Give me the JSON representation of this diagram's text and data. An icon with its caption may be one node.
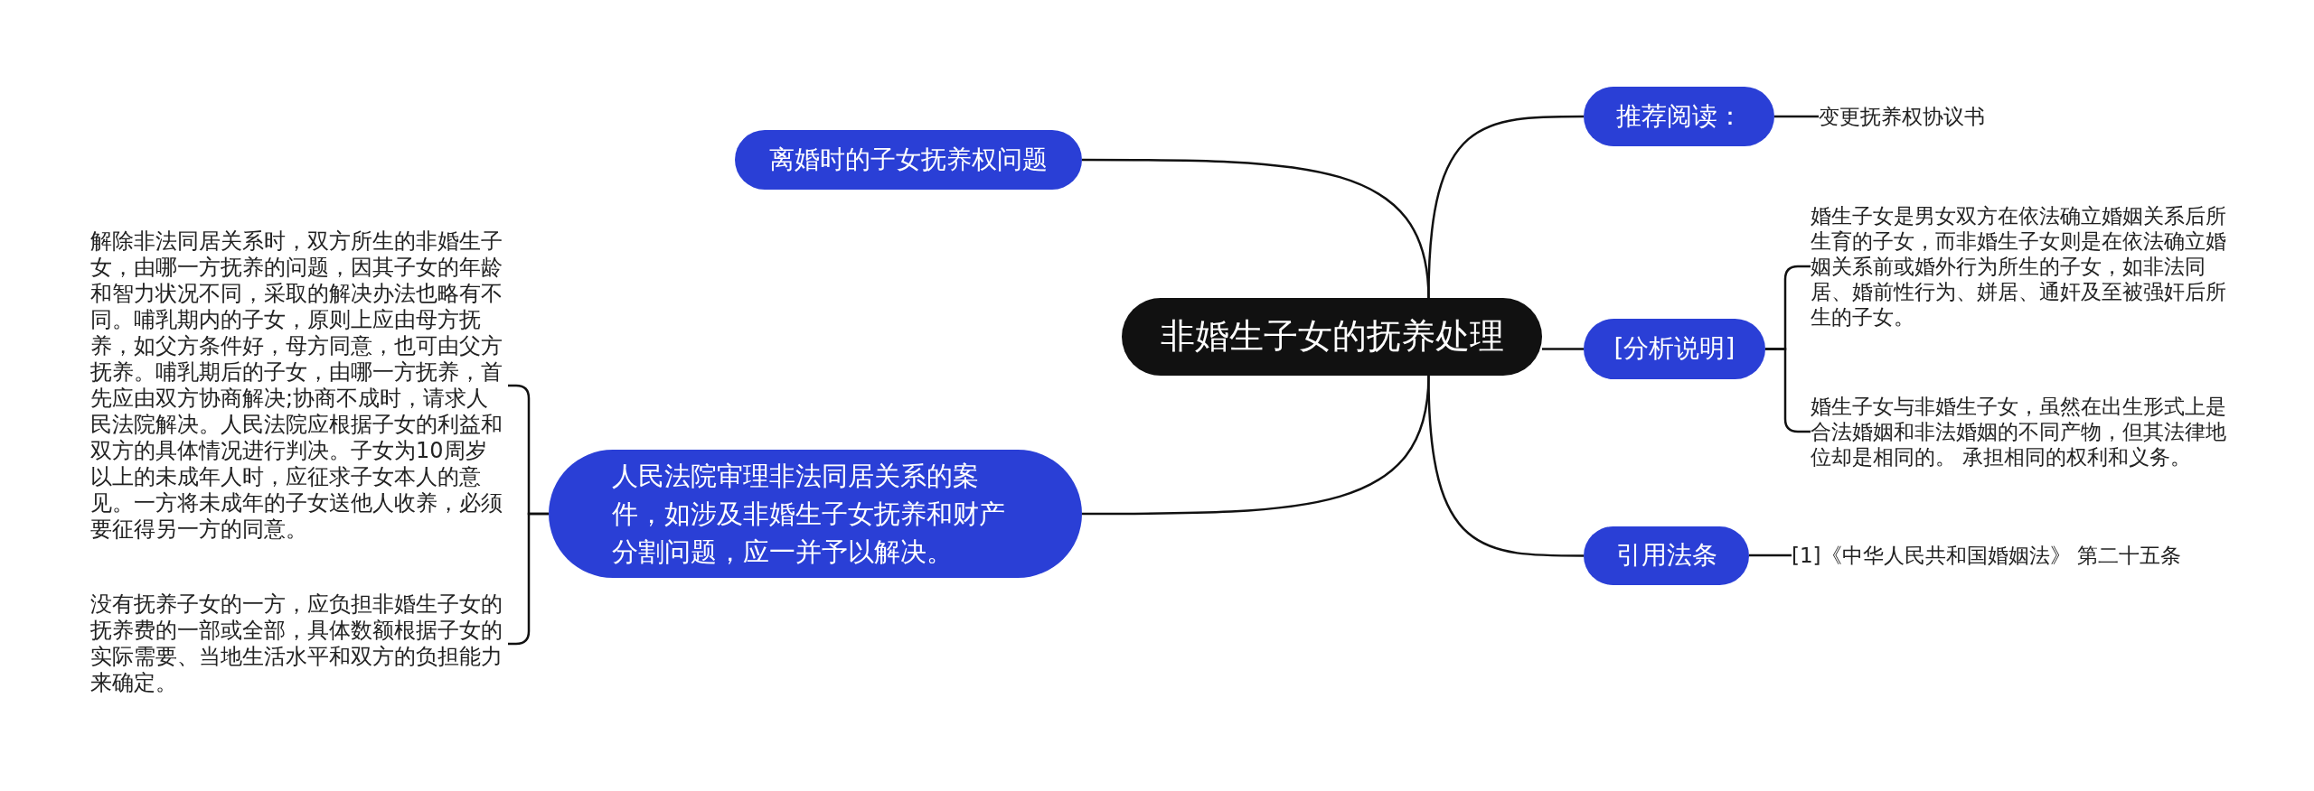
{
  "diagram": {
    "nodes": [
      {
        "text": [
          "非婚生子女的抚养处理"
        ]
      },
      {
        "text": [
          "离婚时的子女抚养权问题"
        ]
      },
      {
        "text": [
          "人民法院审理非法同居关系的案件，如涉及非婚生子女抚养和财产分割问题，应一并予以解决。"
        ]
      },
      {
        "text": [
          "解除非法同居关系时，双方所生的非婚生子女，由哪一方抚养的问题，因其子女的年龄和智力状况不同，采取的解决办法也略有不同。哺乳期内的子女，原则上应由母方抚养，如父方条件好，母方同意，也可由父方抚养。哺乳期后的子女，由哪一方抚养，首先应由双方协商解决;协商不成时，请求人民法院解决。人民法院应根据子女的利益和双方的具体情况进行判决。子女为10周岁以上的未成年人时，应征求子女本人的意见。一方将未成年的子女送他人收养，必须要征得另一方的同意。"
        ]
      },
      {
        "text": [
          "没有抚养子女的一方，应负担非婚生子女的抚养费的一部或全部，具体数额根据子女的实际需要、当地生活水平和双方的负担能力来确定。"
        ]
      },
      {
        "text": [
          "推荐阅读："
        ]
      },
      {
        "text": [
          "变更抚养权协议书"
        ]
      },
      {
        "text": [
          "[分析说明]"
        ]
      },
      {
        "text": [
          "婚生子女是男女双方在依法确立婚姻关系后所生育的子女，而非婚生子女则是在依法确立婚姻关系前或婚外行为所生的子女，如非法同居、婚前性行为、姘居、通奸及至被强奸后所生的子女。"
        ]
      },
      {
        "text": [
          "婚生子女与非婚生子女，虽然在出生形式上是合法婚姻和非法婚姻的不同产物，但其法律地位却是相同的。 承担相同的权利和义务。"
        ]
      },
      {
        "text": [
          "引用法条"
        ]
      },
      {
        "text": [
          "[1]《中华人民共和国婚姻法》 第二十五条"
        ]
      }
    ],
    "edges": [
      {
        "from": 0,
        "to": 1,
        "arrow": "none"
      },
      {
        "from": 0,
        "to": 2,
        "arrow": "none"
      },
      {
        "from": 2,
        "to": 3,
        "arrow": "none"
      },
      {
        "from": 2,
        "to": 4,
        "arrow": "none"
      },
      {
        "from": 0,
        "to": 5,
        "arrow": "none"
      },
      {
        "from": 5,
        "to": 6,
        "arrow": "none"
      },
      {
        "from": 0,
        "to": 7,
        "arrow": "none"
      },
      {
        "from": 7,
        "to": 8,
        "arrow": "none"
      },
      {
        "from": 7,
        "to": 9,
        "arrow": "none"
      },
      {
        "from": 0,
        "to": 10,
        "arrow": "none"
      },
      {
        "from": 10,
        "to": 11,
        "arrow": "none"
      }
    ]
  }
}
